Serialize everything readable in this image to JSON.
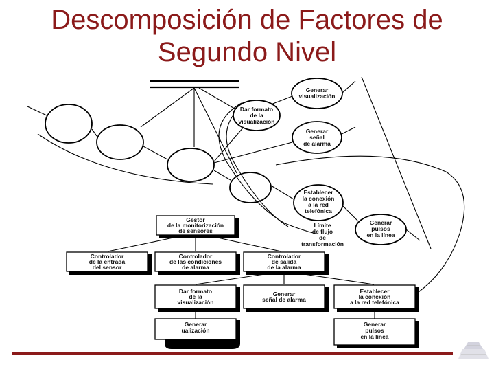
{
  "slide": {
    "title_line1": "Descomposición de Factores de",
    "title_line2": "Segundo Nivel",
    "title_color": "#8b1a1a",
    "rule_color": "#8b1a1a"
  },
  "flow": {
    "generar_visualizacion": [
      "Generar",
      "visualización"
    ],
    "dar_formato": [
      "Dar formato",
      "de la",
      "visualización"
    ],
    "generar_senal": [
      "Generar",
      "señal",
      "de alarma"
    ],
    "establecer_conexion": [
      "Establecer",
      "la conexión",
      "a la red",
      "telefónica"
    ],
    "limite": [
      "Límite",
      "de flujo",
      "de",
      "transformación"
    ],
    "generar_pulsos": [
      "Generar",
      "pulsos",
      "en la línea"
    ]
  },
  "hierarchy": {
    "gestor": [
      "Gestor",
      "de la monitorización",
      "de sensores"
    ],
    "controlador_entrada": [
      "Controlador",
      "de la entrada",
      "del sensor"
    ],
    "controlador_condiciones": [
      "Controlador",
      "de las condiciones",
      "de alarma"
    ],
    "controlador_salida": [
      "Controlador",
      "de salida",
      "de la alarma"
    ],
    "dar_formato": [
      "Dar formato",
      "de la",
      "visualización"
    ],
    "generar_senal": [
      "Generar",
      "señal de alarma"
    ],
    "establecer_conexion": [
      "Establecer",
      "la conexión",
      "a la red telefónica"
    ],
    "generar_visualizacion": [
      "Generar",
      "ualización"
    ],
    "generar_pulsos": [
      "Generar",
      "pulsos",
      "en la línea"
    ]
  }
}
